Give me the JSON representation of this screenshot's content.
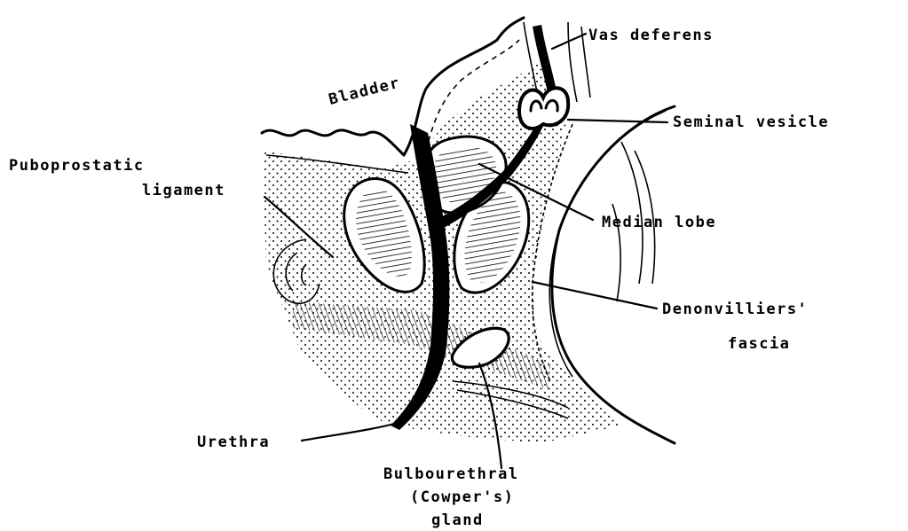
{
  "diagram": {
    "labels": {
      "bladder": "Bladder",
      "vas_deferens": "Vas deferens",
      "seminal_vesicle": "Seminal vesicle",
      "puboprostatic_line1": "Puboprostatic",
      "puboprostatic_line2": "ligament",
      "median_lobe": "Median lobe",
      "denonvilliers_line1": "Denonvilliers'",
      "denonvilliers_line2": "fascia",
      "urethra": "Urethra",
      "bulbourethral_line1": "Bulbourethral",
      "bulbourethral_line2": "(Cowper's)",
      "bulbourethral_line3": "gland"
    }
  }
}
